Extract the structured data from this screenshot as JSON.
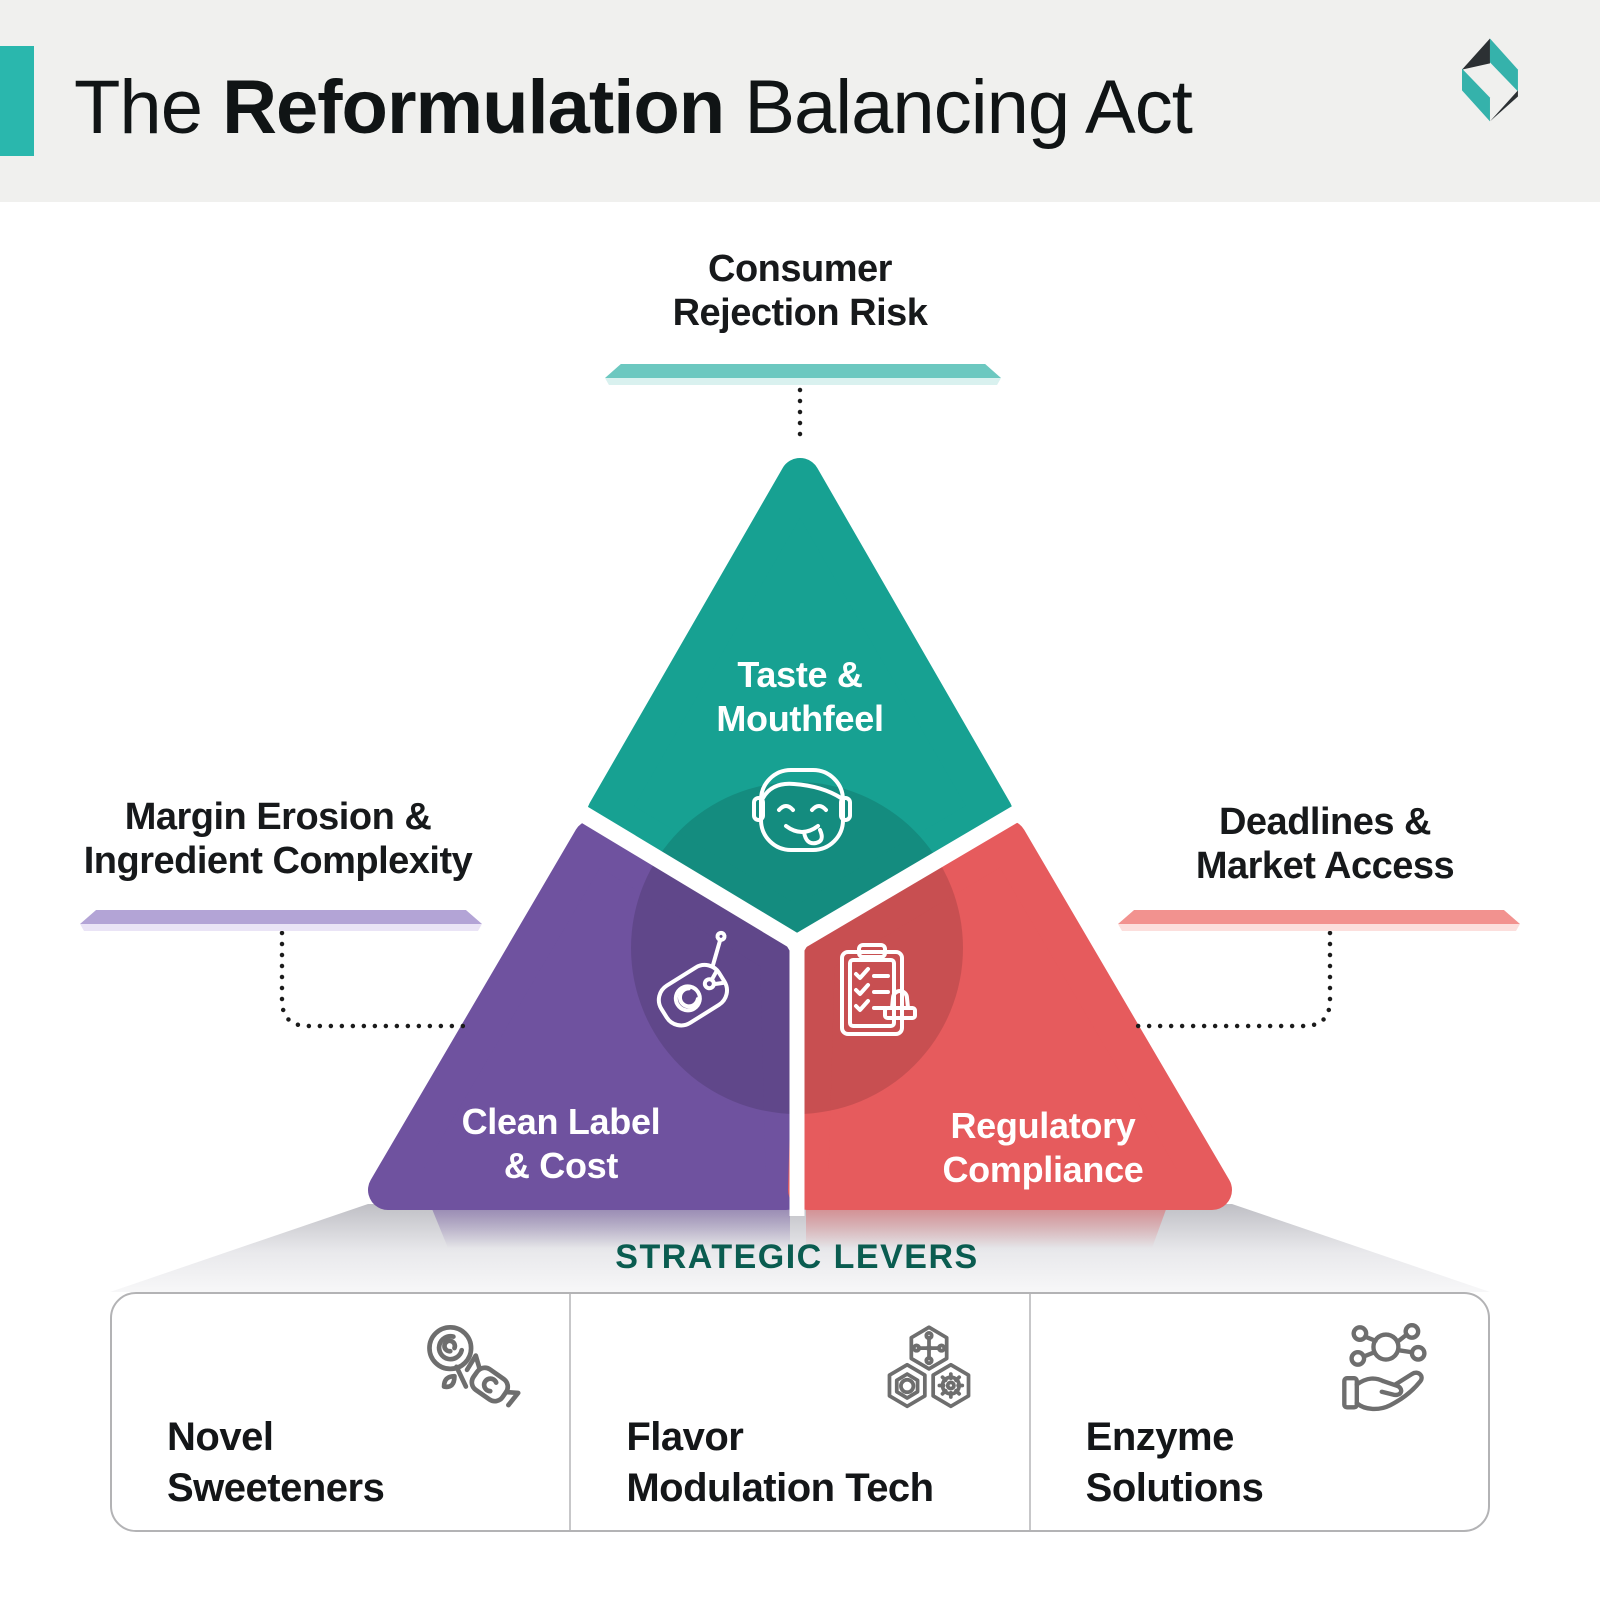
{
  "header": {
    "title_prefix": "The ",
    "title_emphasis": "Reformulation",
    "title_suffix": " Balancing Act",
    "accent_color": "#2ab7ad",
    "logo": {
      "name": "brand-gem-logo",
      "teal": "#35b2ab",
      "dark": "#2c3033"
    }
  },
  "pressures": {
    "top": {
      "line1": "Consumer",
      "line2": "Rejection Risk",
      "bar_color": "#6cc8c0"
    },
    "left": {
      "line1": "Margin Erosion &",
      "line2": "Ingredient Complexity",
      "bar_color": "#b3a4d6"
    },
    "right": {
      "line1": "Deadlines &",
      "line2": "Market Access",
      "bar_color": "#f2928f"
    }
  },
  "triangle": {
    "top_segment": {
      "line1": "Taste &",
      "line2": "Mouthfeel",
      "color": "#17a192",
      "icon": "tasting-face-icon"
    },
    "left_segment": {
      "line1": "Clean Label",
      "line2": "& Cost",
      "color": "#6f529f",
      "icon": "price-tag-icon"
    },
    "right_segment": {
      "line1": "Regulatory",
      "line2": "Compliance",
      "color": "#e65b5d",
      "icon": "compliance-stamp-clipboard-icon"
    }
  },
  "levers": {
    "title": "STRATEGIC LEVERS",
    "title_color": "#0a5c50",
    "items": [
      {
        "line1": "Novel",
        "line2": "Sweeteners",
        "icon": "lollipop-candy-icon"
      },
      {
        "line1": "Flavor",
        "line2": "Modulation Tech",
        "icon": "molecule-hexagons-icon"
      },
      {
        "line1": "Enzyme",
        "line2": "Solutions",
        "icon": "hand-molecules-icon"
      }
    ]
  }
}
